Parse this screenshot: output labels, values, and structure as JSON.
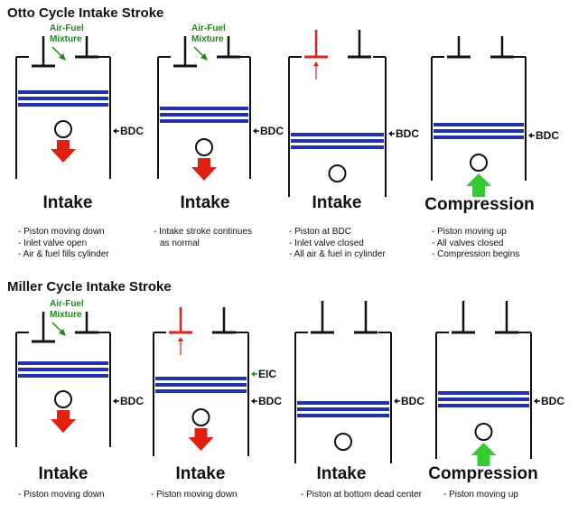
{
  "sections": [
    {
      "title": "Otto Cycle Intake Stroke",
      "panels": [
        {
          "label": "Intake",
          "mixture_label": [
            "Air-Fuel",
            "Mixture"
          ],
          "bdc": "BDC",
          "notes": [
            "Piston moving down",
            "Inlet valve open",
            "Air & fuel fills cylinder"
          ]
        },
        {
          "label": "Intake",
          "mixture_label": [
            "Air-Fuel",
            "Mixture"
          ],
          "bdc": "BDC",
          "notes": [
            "Intake stroke continues",
            "as normal"
          ]
        },
        {
          "label": "Intake",
          "bdc": "BDC",
          "notes": [
            "Piston at BDC",
            "Inlet valve closed",
            "All air & fuel in cylinder"
          ]
        },
        {
          "label": "Compression",
          "bdc": "BDC",
          "notes": [
            "Piston moving up",
            "All valves closed",
            "Compression begins"
          ]
        }
      ]
    },
    {
      "title": "Miller Cycle Intake Stroke",
      "panels": [
        {
          "label": "Intake",
          "mixture_label": [
            "Air-Fuel",
            "Mixture"
          ],
          "bdc": "BDC",
          "notes": [
            "Piston moving down"
          ]
        },
        {
          "label": "Intake",
          "bdc": "BDC",
          "eic": "EIC",
          "notes": [
            "Piston moving down"
          ]
        },
        {
          "label": "Intake",
          "bdc": "BDC",
          "notes": [
            "Piston at bottom dead center"
          ]
        },
        {
          "label": "Compression",
          "bdc": "BDC",
          "notes": [
            "Piston moving up"
          ]
        }
      ]
    }
  ],
  "colors": {
    "piston_ring": "#2233aa",
    "arrow_down": "#e02010",
    "arrow_up": "#33cc33",
    "valve_closing": "#dd2222",
    "mixture_text": "#1e8a1e",
    "outline": "#111111"
  }
}
